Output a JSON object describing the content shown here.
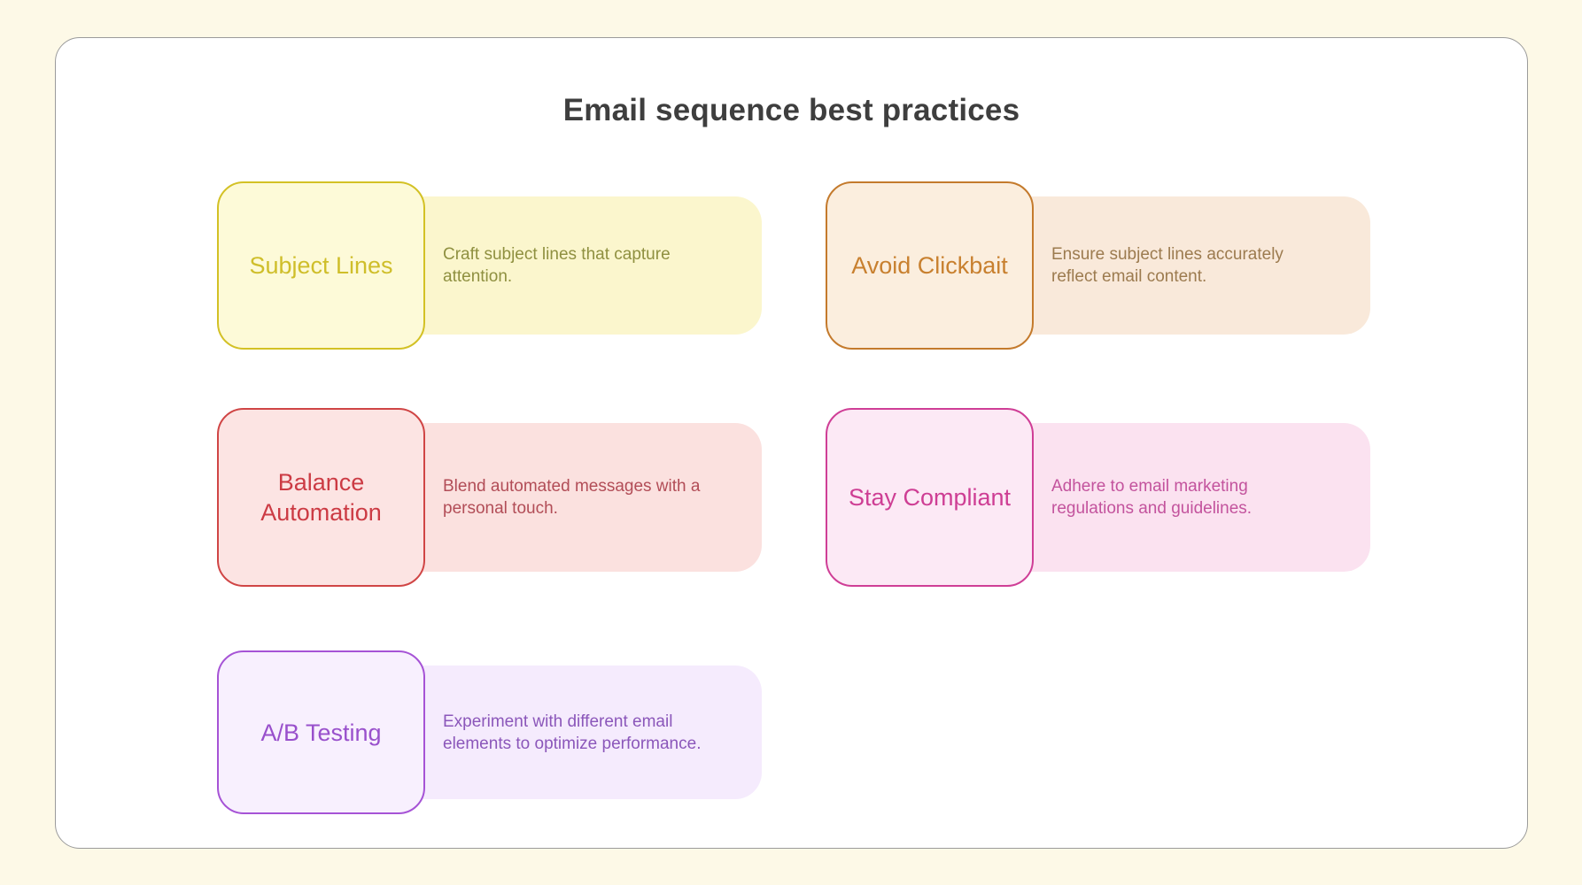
{
  "title": "Email sequence best practices",
  "page": {
    "background": "#fdf9e7",
    "panel_background": "#ffffff",
    "panel_border": "#9b9b9b",
    "title_color": "#3e3e3e"
  },
  "cards": [
    {
      "label": "Subject Lines",
      "description": "Craft subject lines that capture attention.",
      "colors": {
        "border": "#d3c125",
        "label": "#cfbe2a",
        "box_bg": "#fdfad8",
        "desc_bg": "#fbf6cd",
        "desc_text": "#8f9040"
      }
    },
    {
      "label": "Avoid Clickbait",
      "description": "Ensure subject lines accurately reflect email content.",
      "colors": {
        "border": "#c47a2c",
        "label": "#c8802f",
        "box_bg": "#fbeede",
        "desc_bg": "#f9e9da",
        "desc_text": "#9c7b4f"
      }
    },
    {
      "label": "Balance Automation",
      "description": "Blend automated messages with a personal touch.",
      "colors": {
        "border": "#d04545",
        "label": "#cc3b44",
        "box_bg": "#fce4e3",
        "desc_bg": "#fbe1df",
        "desc_text": "#b24d57"
      }
    },
    {
      "label": "Stay Compliant",
      "description": "Adhere to email marketing regulations and guidelines.",
      "colors": {
        "border": "#cf3e96",
        "label": "#ce3e94",
        "box_bg": "#fce9f5",
        "desc_bg": "#fbe2f0",
        "desc_text": "#c3539d"
      }
    },
    {
      "label": "A/B Testing",
      "description": "Experiment with different email elements to optimize performance.",
      "colors": {
        "border": "#a653d6",
        "label": "#9950cc",
        "box_bg": "#f8f0fe",
        "desc_bg": "#f5ebfd",
        "desc_text": "#8b57ba"
      }
    }
  ]
}
